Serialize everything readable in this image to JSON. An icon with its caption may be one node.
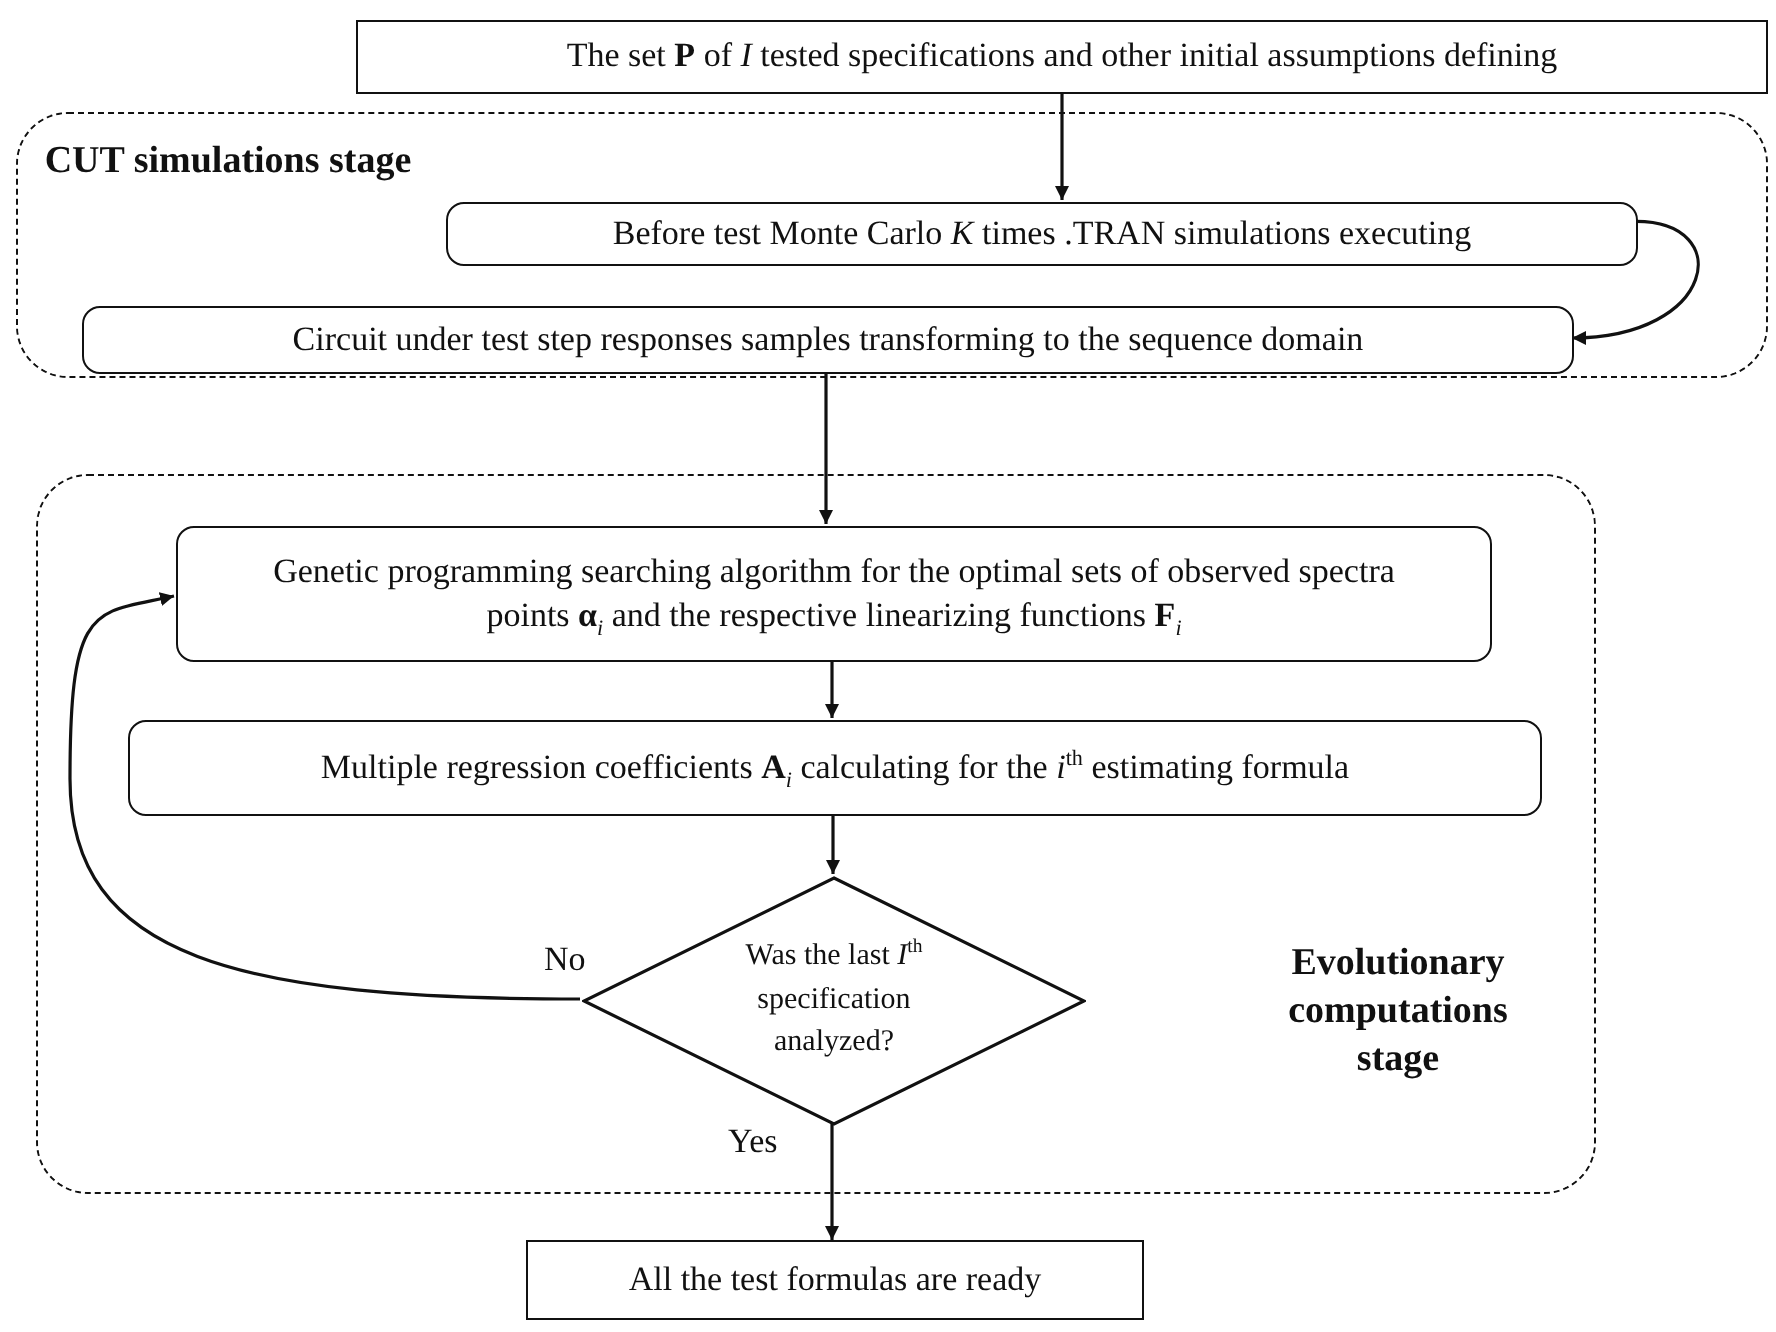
{
  "diagram": {
    "nodes": [
      {
        "text": [
          "The set **P** of *I* tested specifications and other initial assumptions defining"
        ]
      },
      {
        "text": [
          "CUT simulations stage"
        ]
      },
      {
        "text": [
          "Before test Monte Carlo *K* times .TRAN simulations executing"
        ],
        "in": 1
      },
      {
        "text": [
          "Circuit under test step responses samples transforming to the sequence domain"
        ],
        "in": 1
      },
      {
        "text": [
          "Evolutionary computations stage"
        ]
      },
      {
        "text": [
          "Genetic programming searching algorithm for the optimal sets of observed spectra points **α**$_{i}$ and the respective linearizing functions **F**$_{i}$"
        ],
        "in": 4
      },
      {
        "text": [
          "Multiple regression coefficients **A**$_{i}$ calculating for the *i*$^{th}$ estimating formula"
        ],
        "in": 4
      },
      {
        "text": [
          "Was the last *I*$^{th}$ specification analyzed?"
        ],
        "in": 4
      },
      {
        "text": [
          "All the test formulas are ready"
        ]
      }
    ],
    "edges": [
      {
        "from": 0,
        "to": 2,
        "arrow": "to"
      },
      {
        "from": 2,
        "to": 3,
        "arrow": "to"
      },
      {
        "from": 3,
        "to": 5,
        "arrow": "to"
      },
      {
        "from": 5,
        "to": 6,
        "arrow": "to"
      },
      {
        "from": 6,
        "to": 7,
        "arrow": "to"
      },
      {
        "from": 7,
        "to": 5,
        "label": "No",
        "arrow": "to"
      },
      {
        "from": 7,
        "to": 8,
        "label": "Yes",
        "arrow": "to"
      }
    ]
  }
}
